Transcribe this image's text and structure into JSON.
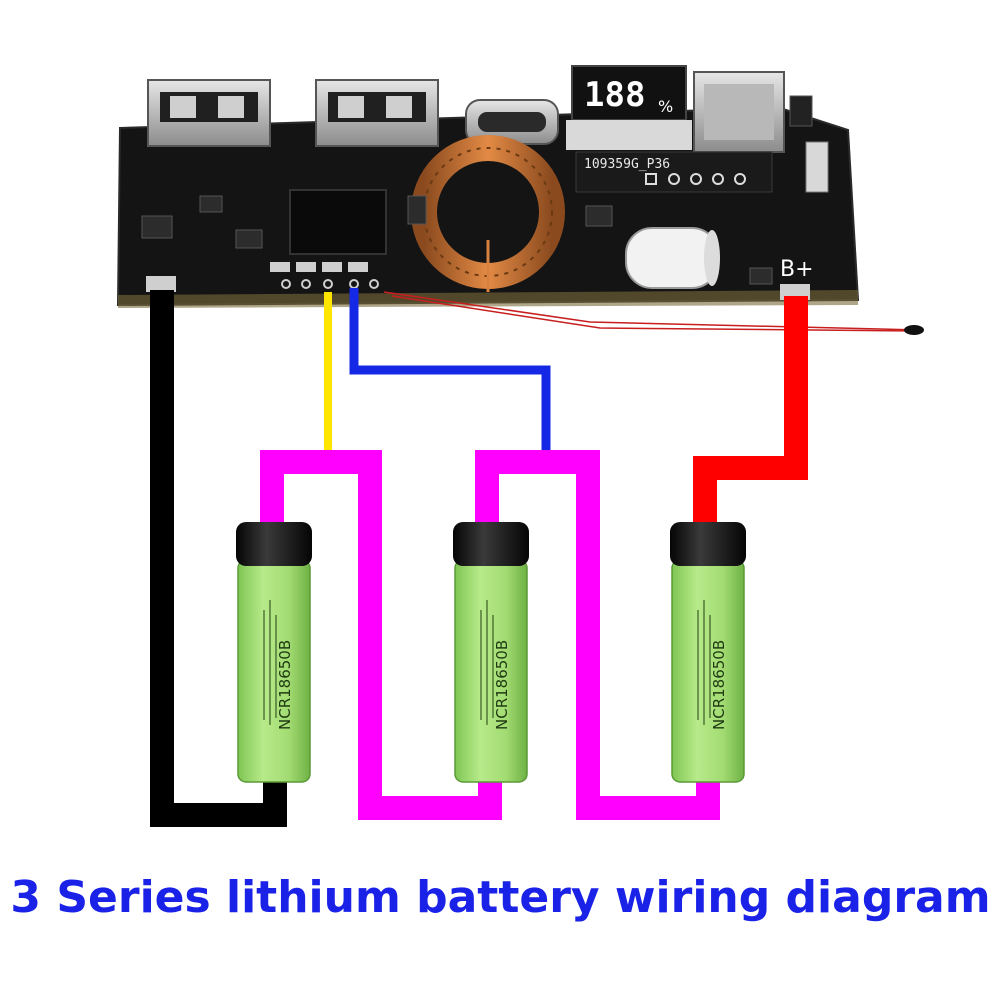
{
  "caption": "3 Series lithium battery wiring diagram",
  "board": {
    "model_label": "109359G_P36",
    "display_digits": "188",
    "display_unit": "%",
    "terminal_label": "B+"
  },
  "battery": {
    "model": "NCR18650B",
    "count": 3
  },
  "colors": {
    "caption": "#1a22e8",
    "board": "#141414",
    "negative_wire": "#000000",
    "yellow_wire": "#ffe600",
    "blue_wire": "#1428e6",
    "positive_wire": "#ff0000",
    "series_link_wire": "#ff00ff",
    "battery_body": "#a6e07a",
    "battery_cap": "#111111"
  }
}
